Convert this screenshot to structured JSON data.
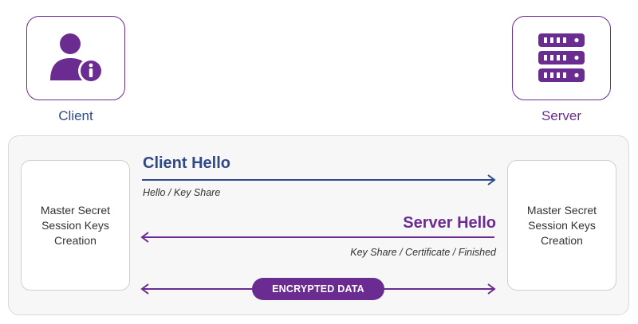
{
  "client": {
    "label": "Client",
    "icon": "user-info-icon"
  },
  "server": {
    "label": "Server",
    "icon": "server-rack-icon"
  },
  "left_box": {
    "lines": [
      "Master Secret",
      "Session Keys",
      "Creation"
    ]
  },
  "right_box": {
    "lines": [
      "Master Secret",
      "Session Keys",
      "Creation"
    ]
  },
  "client_hello": {
    "title": "Client Hello",
    "subtitle": "Hello / Key Share"
  },
  "server_hello": {
    "title": "Server Hello",
    "subtitle": "Key Share / Certificate / Finished"
  },
  "encrypted": {
    "label": "ENCRYPTED DATA"
  },
  "colors": {
    "purple": "#6b2c91",
    "blue": "#2f4a86"
  }
}
